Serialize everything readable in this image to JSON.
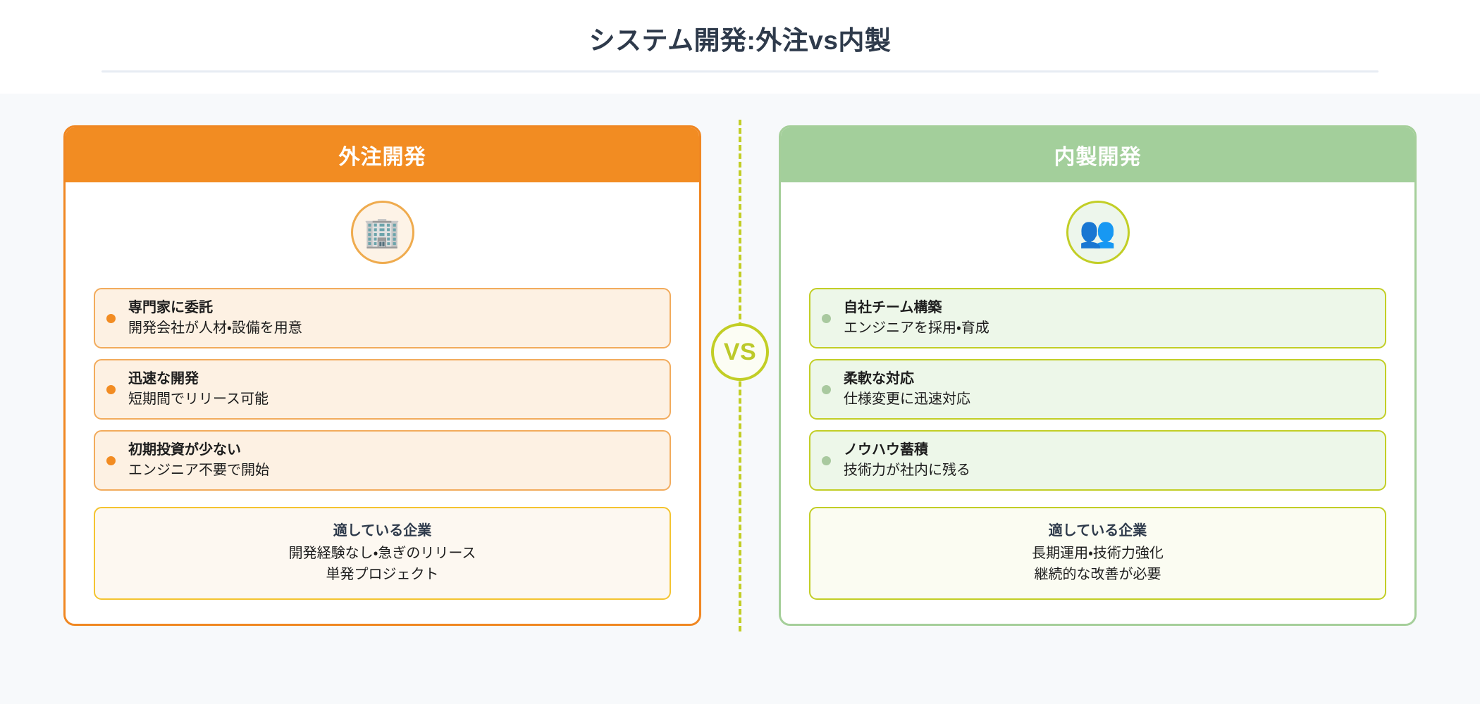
{
  "header": {
    "title": "システム開発:外注vs内製"
  },
  "center": {
    "vs_label": "VS",
    "divider_color": "#c2ce26",
    "badge_border_color": "#c2ce26",
    "badge_text_color": "#bcc92b"
  },
  "panels": [
    {
      "side": "left",
      "header_title": "外注開発",
      "header_bg": "#f28c22",
      "border_color": "#f08722",
      "icon_name": "office-building-icon",
      "icon_glyph": "🏢",
      "icon_circle_bg": "#fdf3e7",
      "icon_circle_border": "#efab4e",
      "bullet_color": "#f28c22",
      "card_bg": "#fdf1e3",
      "card_border": "#f2ab5c",
      "features": [
        {
          "title": "専門家に委託",
          "desc": "開発会社が人材・設備を用意"
        },
        {
          "title": "迅速な開発",
          "desc": "短期間でリリース可能"
        },
        {
          "title": "初期投資が少ない",
          "desc": "エンジニア不要で開始"
        }
      ],
      "fitbox": {
        "title": "適している企業",
        "lines": [
          "開発経験なし・急ぎのリリース",
          "単発プロジェクト"
        ],
        "bg": "#fdf8f1",
        "border": "#f4c430"
      }
    },
    {
      "side": "right",
      "header_title": "内製開発",
      "header_bg": "#a3cf9b",
      "border_color": "#a5cf9a",
      "icon_name": "two-people-icon",
      "icon_glyph": "👥",
      "icon_circle_bg": "#edf6ec",
      "icon_circle_border": "#c2ce26",
      "bullet_color": "#a9c99f",
      "card_bg": "#edf7e9",
      "card_border": "#c2ce26",
      "features": [
        {
          "title": "自社チーム構築",
          "desc": "エンジニアを採用・育成"
        },
        {
          "title": "柔軟な対応",
          "desc": "仕様変更に迅速対応"
        },
        {
          "title": "ノウハウ蓄積",
          "desc": "技術力が社内に残る"
        }
      ],
      "fitbox": {
        "title": "適している企業",
        "lines": [
          "長期運用・技術力強化",
          "継続的な改善が必要"
        ],
        "bg": "#fbfcf2",
        "border": "#c2ce26"
      }
    }
  ]
}
